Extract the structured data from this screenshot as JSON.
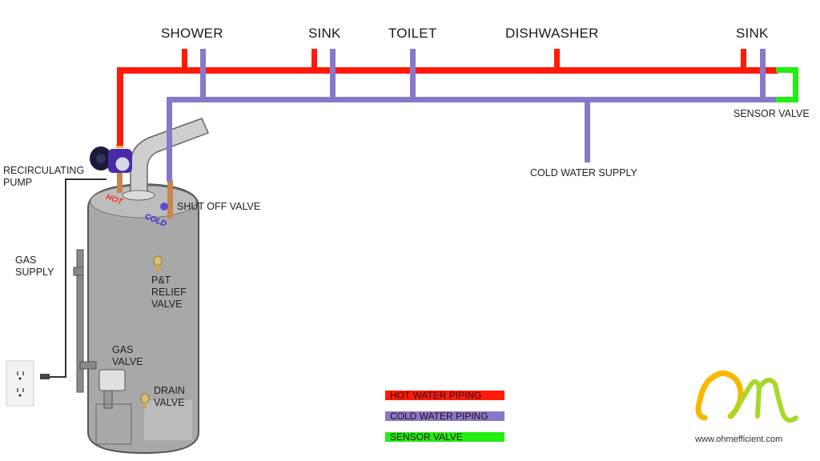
{
  "fixtures": {
    "shower": "SHOWER",
    "sink1": "SINK",
    "toilet": "TOILET",
    "dishwasher": "DISHWASHER",
    "sink2": "SINK"
  },
  "labels": {
    "sensor_valve": "SENSOR VALVE",
    "cold_water_supply": "COLD WATER SUPPLY",
    "recirculating_pump": [
      "RECIRCULATING",
      "PUMP"
    ],
    "shut_off_valve": "SHUT OFF VALVE",
    "gas_supply": [
      "GAS",
      "SUPPLY"
    ],
    "pt_relief_valve": [
      "P&T",
      "RELIEF",
      "VALVE"
    ],
    "gas_valve": [
      "GAS",
      "VALVE"
    ],
    "drain_valve": [
      "DRAIN",
      "VALVE"
    ],
    "hot_tag": "HOT",
    "cold_tag": "COLD"
  },
  "legend": [
    {
      "label": "HOT WATER PIPING",
      "color": "#ff1a0a"
    },
    {
      "label": "COLD WATER PIPING",
      "color": "#8878c8"
    },
    {
      "label": "SENSOR VALVE",
      "color": "#22ee11"
    }
  ],
  "logo": {
    "website": "www.ohmefficient.com",
    "colors": {
      "omega": "#f7b800",
      "m": "#a8d82a"
    }
  },
  "colors": {
    "hot": "#ff1a0a",
    "cold": "#8878c8",
    "sensor": "#22ee11"
  }
}
